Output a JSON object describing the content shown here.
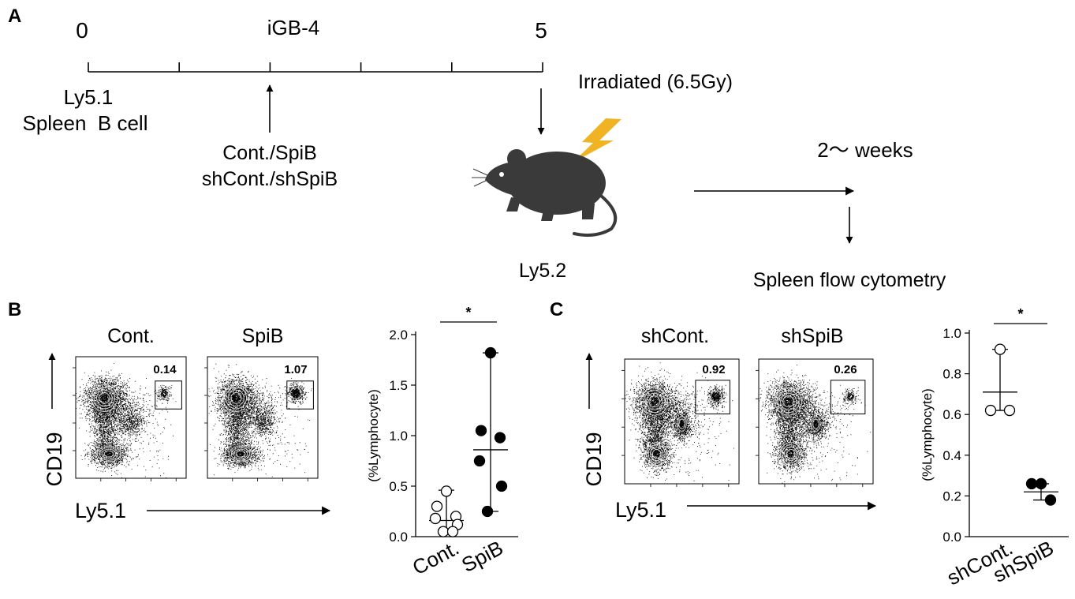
{
  "panel_a": {
    "letter": "A",
    "timeline": {
      "start_label": "0",
      "middle_label": "iGB-4",
      "end_label": "5",
      "day_ticks": [
        0,
        1,
        2,
        3,
        4,
        5
      ]
    },
    "donor_line1": "Ly5.1",
    "donor_line2": "Spleen  B cell",
    "transduction_line1": "Cont./SpiB",
    "transduction_line2": "shCont./shSpiB",
    "irradiation": "Irradiated (6.5Gy)",
    "recipient": "Ly5.2",
    "duration": "2〜 weeks",
    "readout": "Spleen flow cytometry",
    "colors": {
      "bolt": "#F0B323",
      "mouse": "#3a3a3a"
    }
  },
  "panel_b": {
    "letter": "B",
    "flow": {
      "y_axis_label": "CD19",
      "x_axis_label": "Ly5.1",
      "plots": [
        {
          "title": "Cont.",
          "gate_value": "0.14"
        },
        {
          "title": "SpiB",
          "gate_value": "1.07"
        }
      ]
    },
    "chart_data": {
      "type": "scatter",
      "ylabel": "(%Lymphocyte)",
      "ylim": [
        0,
        2.0
      ],
      "yticks": [
        "0.0",
        "0.5",
        "1.0",
        "1.5",
        "2.0"
      ],
      "categories": [
        "Cont.",
        "SpiB"
      ],
      "significance": "*",
      "series": [
        {
          "category": "Cont.",
          "fill": "open",
          "values": [
            0.45,
            0.3,
            0.2,
            0.18,
            0.12,
            0.05,
            0.05
          ],
          "mean": 0.16,
          "error_low": 0.03,
          "error_high": 0.46
        },
        {
          "category": "SpiB",
          "fill": "filled",
          "values": [
            1.82,
            1.05,
            0.98,
            0.75,
            0.5,
            0.25
          ],
          "mean": 0.86,
          "error_low": 0.25,
          "error_high": 1.82
        }
      ]
    }
  },
  "panel_c": {
    "letter": "C",
    "flow": {
      "y_axis_label": "CD19",
      "x_axis_label": "Ly5.1",
      "plots": [
        {
          "title": "shCont.",
          "gate_value": "0.92"
        },
        {
          "title": "shSpiB",
          "gate_value": "0.26"
        }
      ]
    },
    "chart_data": {
      "type": "scatter",
      "ylabel": "(%Lymphocyte)",
      "ylim": [
        0,
        1.0
      ],
      "yticks": [
        "0.0",
        "0.2",
        "0.4",
        "0.6",
        "0.8",
        "1.0"
      ],
      "categories": [
        "shCont.",
        "shSpiB"
      ],
      "significance": "*",
      "series": [
        {
          "category": "shCont.",
          "fill": "open",
          "values": [
            0.92,
            0.62,
            0.62
          ],
          "mean": 0.71,
          "error_low": 0.62,
          "error_high": 0.92
        },
        {
          "category": "shSpiB",
          "fill": "filled",
          "values": [
            0.26,
            0.26,
            0.18
          ],
          "mean": 0.22,
          "error_low": 0.18,
          "error_high": 0.26
        }
      ]
    }
  }
}
